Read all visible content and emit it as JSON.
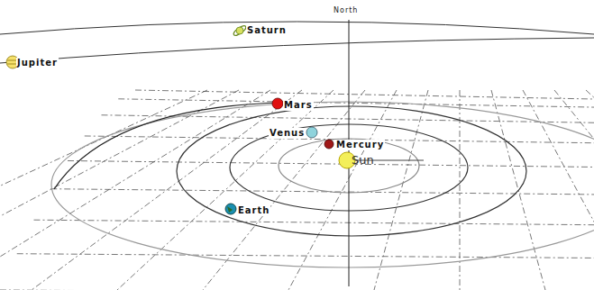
{
  "diagram": {
    "labels": [
      "North",
      "Saturn",
      "Jupiter",
      "Mars",
      "Venus",
      "Mercury",
      "Sun",
      "Earth"
    ]
  }
}
